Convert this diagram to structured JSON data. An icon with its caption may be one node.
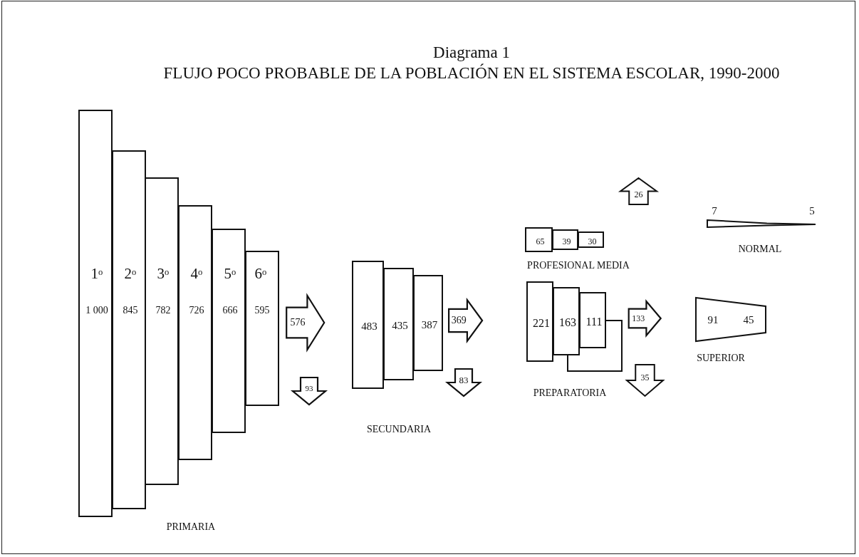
{
  "diagram": {
    "title": "Diagrama 1",
    "nodes": [
      {
        "text": [
          "1$^{o}$",
          "1 000"
        ]
      },
      {
        "text": [
          "2$^{o}$",
          "845"
        ]
      },
      {
        "text": [
          "3$^{o}$",
          "782"
        ]
      },
      {
        "text": [
          "4$^{o}$",
          "726"
        ]
      },
      {
        "text": [
          "5$^{o}$",
          "666"
        ]
      },
      {
        "text": [
          "6$^{o}$",
          "595"
        ]
      },
      {
        "text": [
          "483"
        ]
      },
      {
        "text": [
          "435"
        ]
      },
      {
        "text": [
          "387"
        ]
      },
      {
        "text": [
          "65"
        ]
      },
      {
        "text": [
          "39"
        ]
      },
      {
        "text": [
          "30"
        ]
      },
      {
        "text": [
          "221"
        ]
      },
      {
        "text": [
          "163"
        ]
      },
      {
        "text": [
          "111"
        ]
      },
      {
        "text": [],
        "shape": "wedge",
        "beside": [
          "7",
          "5"
        ]
      },
      {
        "text": [
          "91",
          "45"
        ]
      },
      {
        "text": [
          "26"
        ]
      },
      {
        "text": [
          "35"
        ]
      }
    ],
    "edges": [
      {
        "from": 5,
        "to": 6,
        "arrow": "to",
        "label": "576",
        "style": "thick"
      },
      {
        "from": 5,
        "to": null,
        "arrow": "to",
        "label": "93",
        "style": "thick"
      },
      {
        "from": 8,
        "to": 12,
        "arrow": "to",
        "label": "369",
        "style": "thick"
      },
      {
        "from": 8,
        "to": null,
        "arrow": "to",
        "label": "83",
        "style": "thick"
      },
      {
        "from": 14,
        "to": 16,
        "arrow": "to",
        "label": "133",
        "style": "thick"
      }
    ],
    "labels": [
      "FLUJO POCO PROBABLE DE LA POBLACIÓN EN EL SISTEMA ESCOLAR, 1990-2000",
      "PRIMARIA",
      "SECUNDARIA",
      "PROFESIONAL MEDIA",
      "PREPARATORIA",
      "NORMAL",
      "SUPERIOR"
    ]
  }
}
